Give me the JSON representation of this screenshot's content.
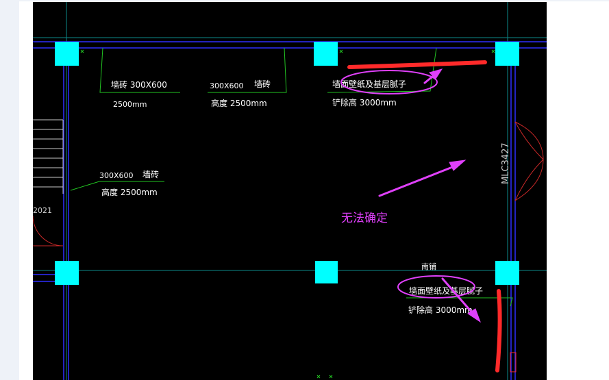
{
  "drawing": {
    "labels": {
      "wall_tile_1": "墙砖  300X600",
      "height_1": "2500mm",
      "size_2": "300X600",
      "wall_tile_2": "墙砖",
      "height_2": "高度 2500mm",
      "wallpaper_1": "墙面壁纸及基层腻子",
      "skirting_1": "铲除高  3000mm",
      "size_3": "300X600",
      "wall_tile_3": "墙砖",
      "height_3": "高度 2500mm",
      "door_code": "MLC3427",
      "side_code": "2021",
      "small_label": "南铺",
      "wallpaper_2": "墙面壁纸及基层腻子",
      "skirting_2": "铲除高  3000mm"
    },
    "annotation": {
      "text": "无法确定"
    },
    "colors": {
      "background": "#000000",
      "column": "#00ffff",
      "wall": "#2f2fff",
      "leader": "#22c322",
      "annotation": "#e040fb",
      "markup": "#ff2a2a"
    }
  }
}
